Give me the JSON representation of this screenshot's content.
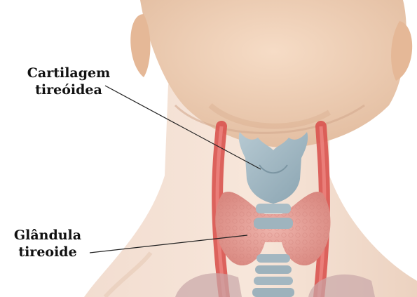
{
  "labels": {
    "cartilage": {
      "line1": "Cartilagem",
      "line2": "tireóidea"
    },
    "gland": {
      "line1": "Glândula",
      "line2": "tireoide"
    }
  },
  "colors": {
    "skin": "#f3d9c3",
    "skin_shadow": "#d9b396",
    "cartilage": "#9db4bf",
    "thyroid": "#e4a09a",
    "artery": "#d9534f",
    "leader_line": "#222222"
  }
}
